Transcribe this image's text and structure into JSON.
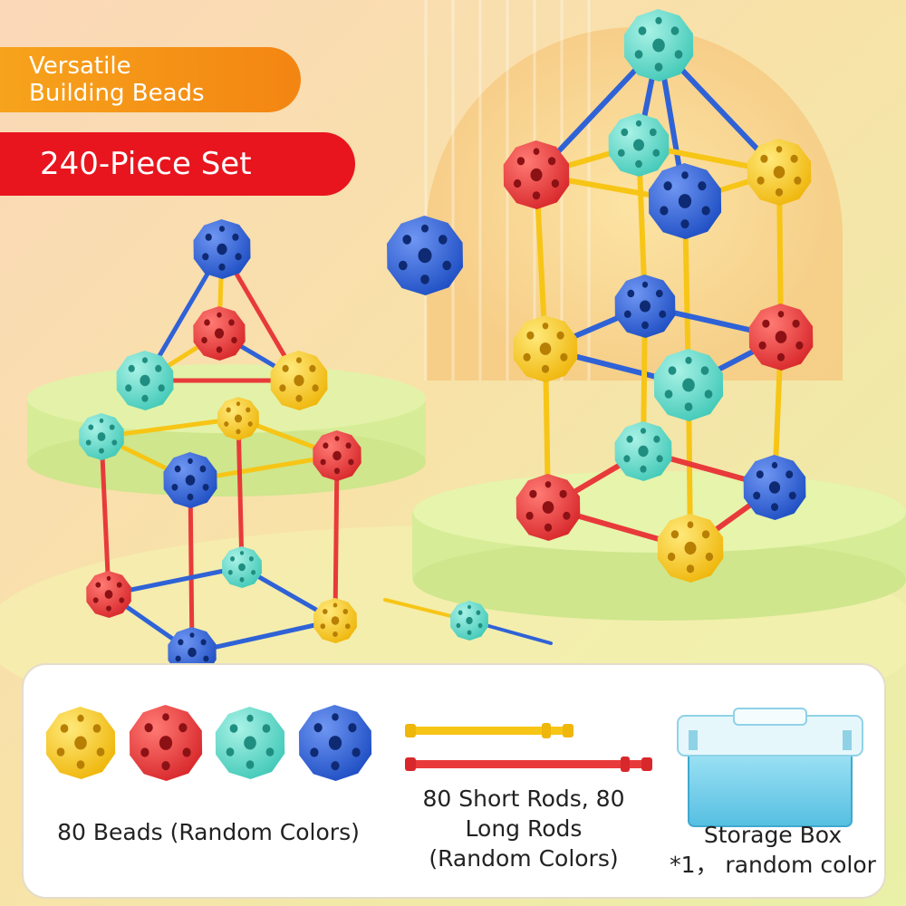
{
  "banner_top": {
    "line1": "Versatile",
    "line2": "Building Beads"
  },
  "banner_bottom": {
    "text": "240-Piece Set"
  },
  "contents": {
    "beads_caption": "80 Beads (Random Colors)",
    "rods_caption_line1": "80 Short Rods, 80",
    "rods_caption_line2": "Long Rods",
    "rods_caption_line3": "(Random Colors)",
    "box_caption_line1": "Storage Box",
    "box_caption_line2": "*1， random color"
  },
  "colors": {
    "yellow": "#f7c516",
    "red": "#e83a3a",
    "teal": "#63dccc",
    "blue": "#2f62d6",
    "banner_orange": "#f38512",
    "banner_red": "#e8151e",
    "box_blue": "#7fd3ec"
  }
}
